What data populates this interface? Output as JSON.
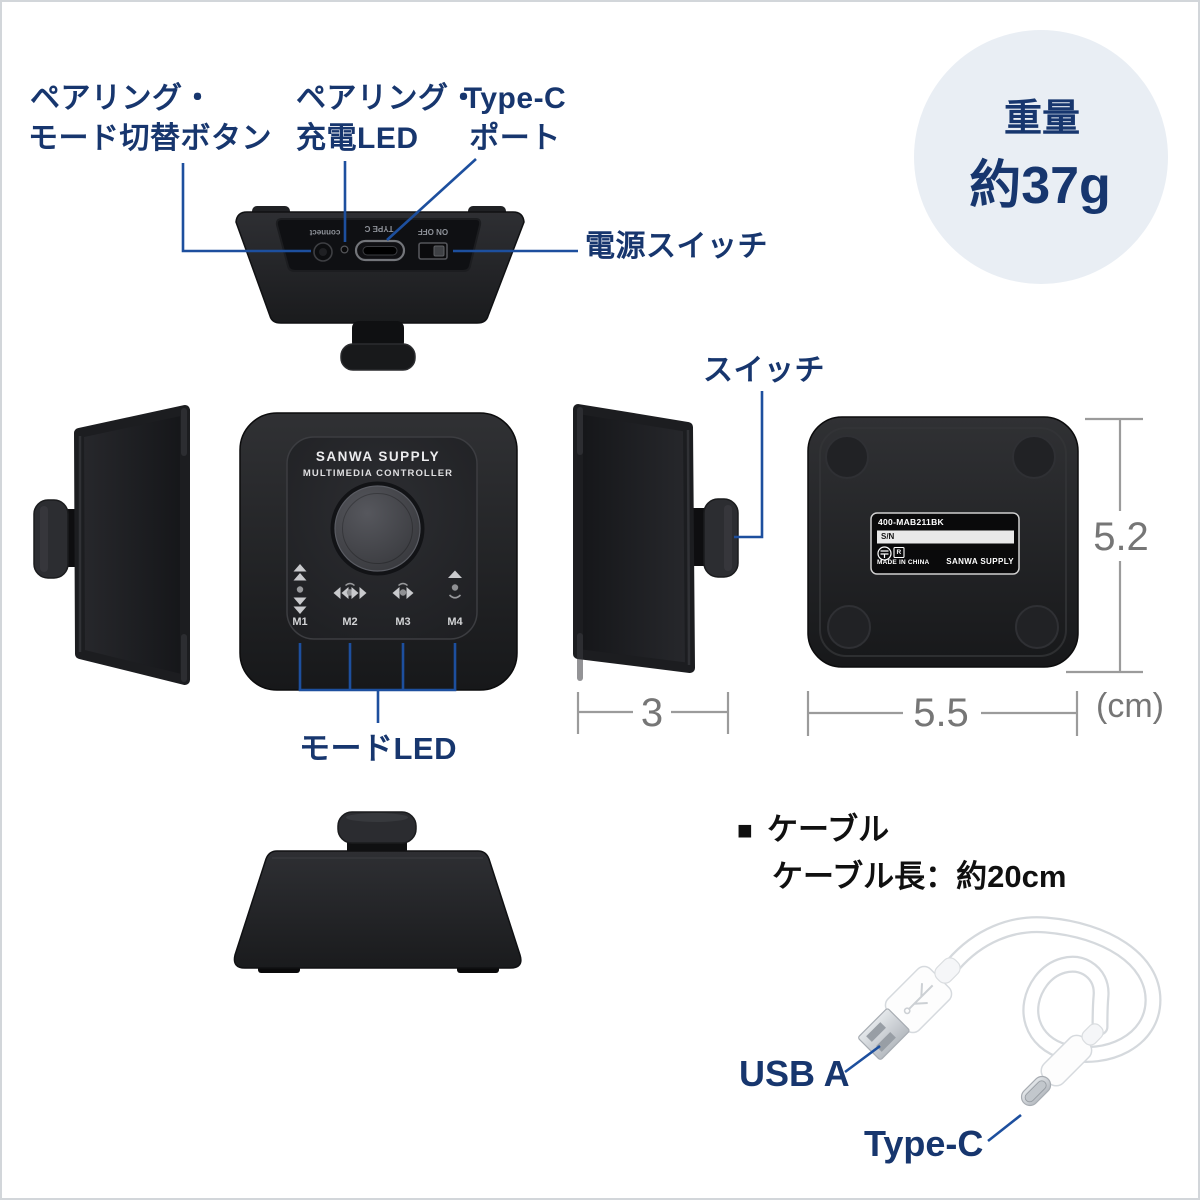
{
  "callouts": {
    "pairing_mode": {
      "line1": "ペアリング・",
      "line2": "モード切替ボタン"
    },
    "charge_led": {
      "line1": "ペアリング・",
      "line2": "充電LED"
    },
    "typec_port": {
      "line1": "Type-C",
      "line2": "ポート"
    },
    "power_switch": "電源スイッチ",
    "switch": "スイッチ",
    "mode_led": "モードLED"
  },
  "weight": {
    "title": "重量",
    "value": "約37g"
  },
  "dimensions": {
    "height": "5.2",
    "width": "5.5",
    "depth": "3",
    "unit": "(cm)"
  },
  "front_device": {
    "brand": "SANWA SUPPLY",
    "product": "MULTIMEDIA CONTROLLER",
    "mode_labels": [
      "M1",
      "M2",
      "M3",
      "M4"
    ]
  },
  "top_device": {
    "connect": "connect",
    "typec": "TYPE C",
    "power": "ON OFF"
  },
  "bottom_device": {
    "model": "400-MAB211BK",
    "serial": "S/N",
    "r_mark": "R",
    "origin": "MADE IN CHINA",
    "brand": "SANWA SUPPLY"
  },
  "cable": {
    "marker": "■",
    "title": "ケーブル",
    "length": "ケーブル長：約20cm",
    "usb_a": "USB A",
    "type_c": "Type-C"
  },
  "colors": {
    "label_navy": "#17366e",
    "callout_blue": "#1d4f9e",
    "dimension_gray": "#9b9b9b",
    "weight_circle_bg": "#e9eef4",
    "device_black": "#1b1c1e"
  }
}
